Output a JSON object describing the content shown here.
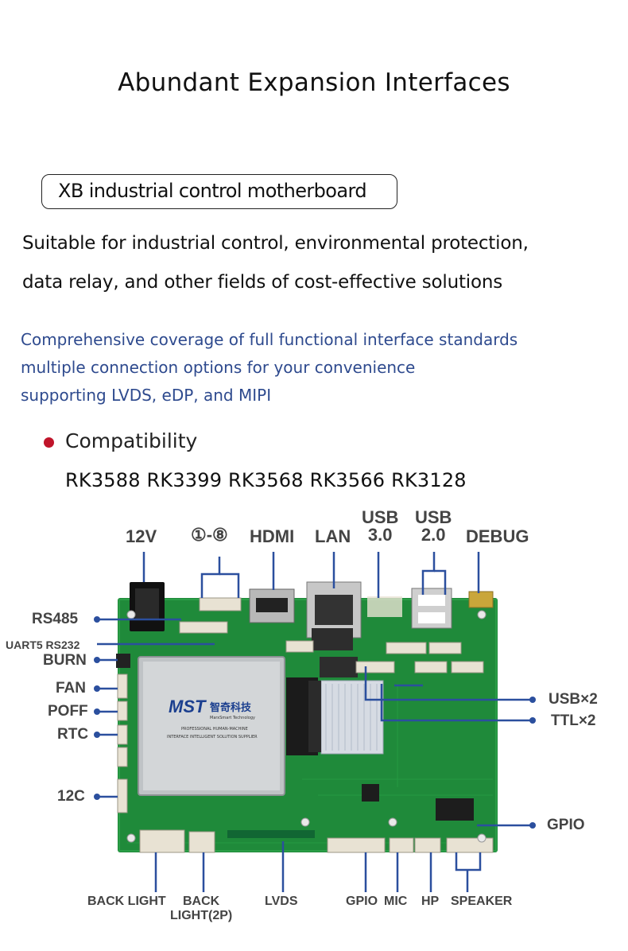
{
  "header": {
    "title": "Abundant Expansion Interfaces"
  },
  "badge": {
    "label": "XB industrial control motherboard"
  },
  "description": {
    "line1": "Suitable for industrial control, environmental protection,",
    "line2": "data relay, and other fields of cost-effective solutions"
  },
  "highlights": {
    "line1": "Comprehensive coverage of full functional interface standards",
    "line2": "multiple connection options for your convenience",
    "line3": "supporting LVDS, eDP, and MIPI"
  },
  "compatibility": {
    "label": "Compatibility",
    "chips": "RK3588 RK3399 RK3568 RK3566 RK3128"
  },
  "board": {
    "logo": "MST",
    "logo_cn": "智奇科技",
    "logo_sub": "MarxSmart Technology",
    "module_line1": "PROFESSIONAL HUMAN-MACHINE",
    "module_line2": "INTERFACE INTELLIGENT SOLUTION SUPPLIER"
  },
  "labels": {
    "top": {
      "v12": "12V",
      "pins": "①-⑧",
      "hdmi": "HDMI",
      "lan": "LAN",
      "usb3_a": "USB",
      "usb3_b": "3.0",
      "usb2_a": "USB",
      "usb2_b": "2.0",
      "debug": "DEBUG"
    },
    "left": {
      "rs485": "RS485",
      "uart": "UART5 RS232",
      "burn": "BURN",
      "fan": "FAN",
      "poff": "POFF",
      "rtc": "RTC",
      "i2c": "12C"
    },
    "right": {
      "usb2x": "USB×2",
      "ttl2x": "TTL×2",
      "gpio": "GPIO"
    },
    "bottom": {
      "backlight": "BACK LIGHT",
      "backlight2_a": "BACK",
      "backlight2_b": "LIGHT(2P)",
      "lvds": "LVDS",
      "gpio": "GPIO",
      "mic": "MIC",
      "hp": "HP",
      "speaker": "SPEAKER"
    }
  },
  "colors": {
    "accent_blue": "#2e4a8e",
    "bullet_red": "#c0142a",
    "pcb_green": "#1f8a3a",
    "leader_blue": "#2b4f9e"
  }
}
